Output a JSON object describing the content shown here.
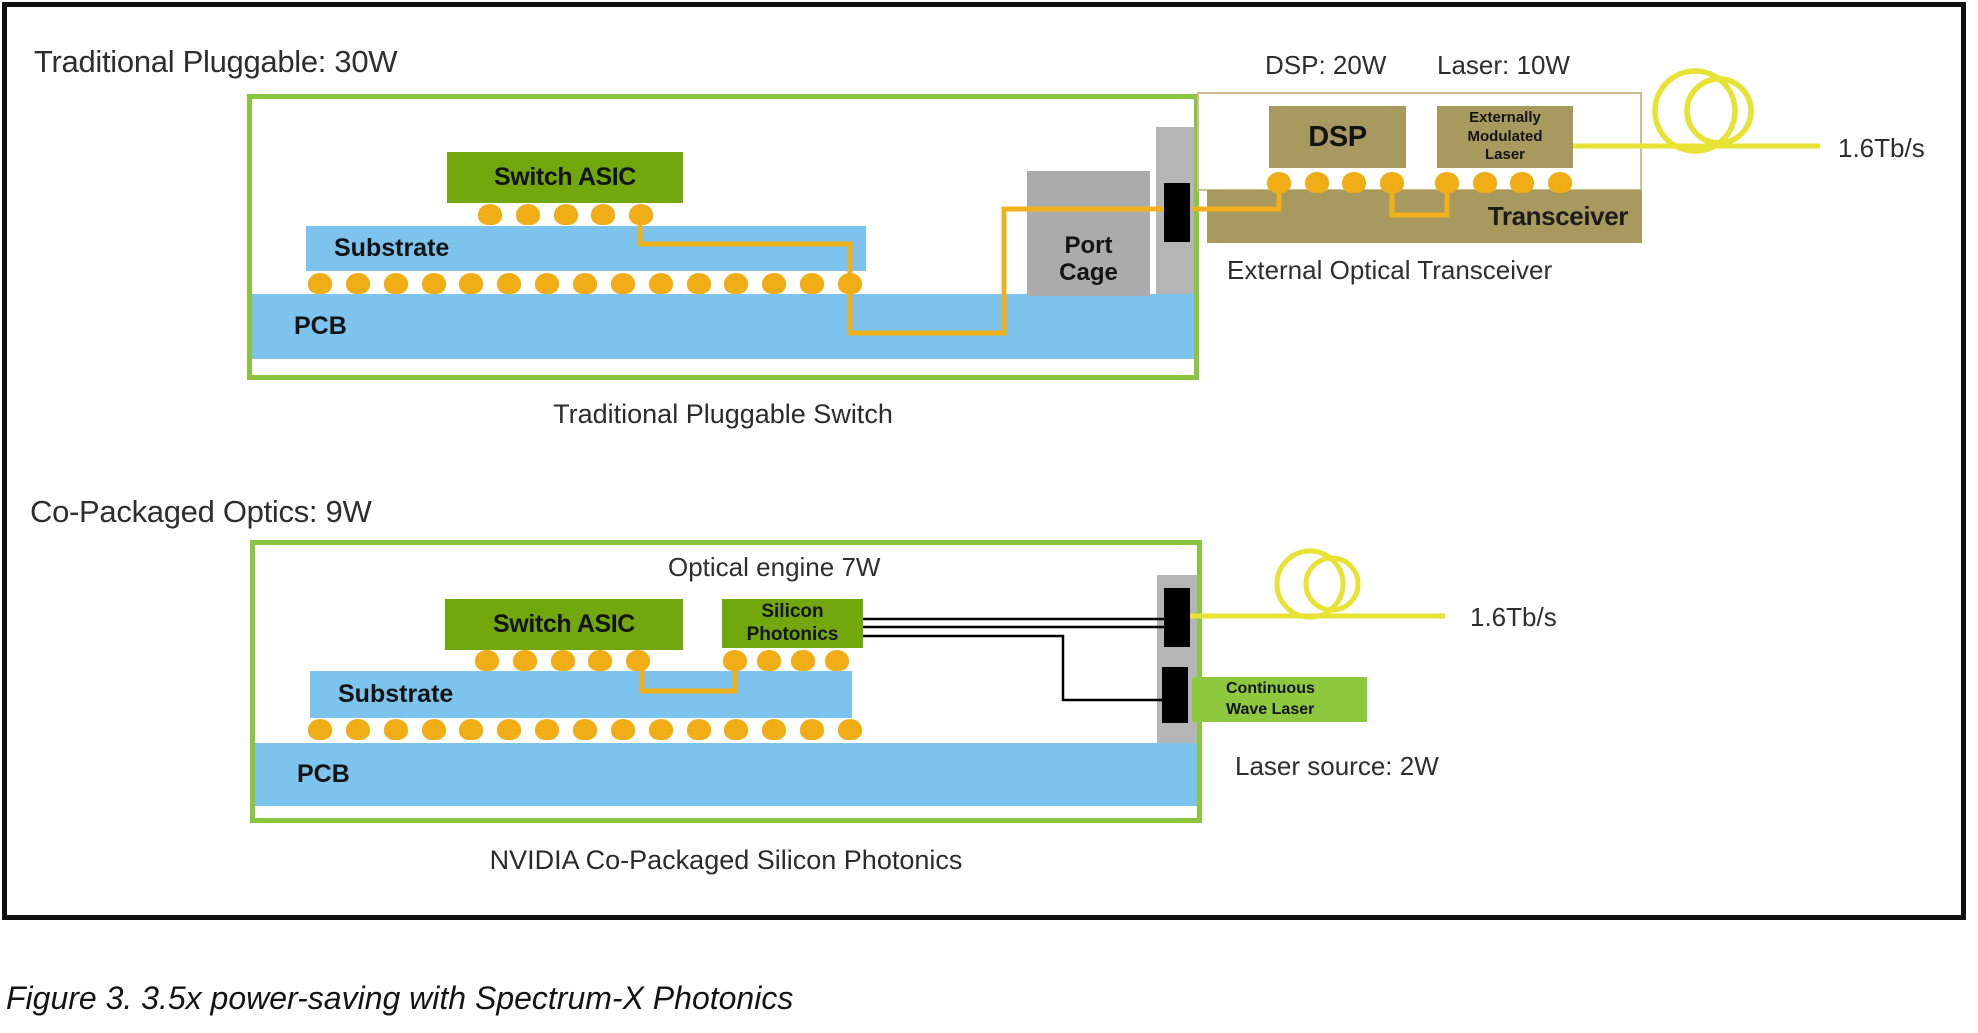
{
  "figure": {
    "caption": "Figure 3. 3.5x power-saving with Spectrum-X Photonics"
  },
  "top": {
    "title": "Traditional Pluggable: 30W",
    "caption": "Traditional Pluggable Switch",
    "switch_asic": "Switch ASIC",
    "substrate": "Substrate",
    "pcb": "PCB",
    "port_cage": "Port Cage",
    "dsp_power": "DSP: 20W",
    "laser_power": "Laser: 10W",
    "dsp": "DSP",
    "eml": "Externally Modulated Laser",
    "transceiver": "Transceiver",
    "external_label": "External Optical Transceiver",
    "throughput": "1.6Tb/s"
  },
  "bottom": {
    "title": "Co-Packaged Optics: 9W",
    "caption": "NVIDIA Co-Packaged Silicon Photonics",
    "optical_engine": "Optical engine 7W",
    "switch_asic": "Switch ASIC",
    "silicon_photonics": "Silicon Photonics",
    "substrate": "Substrate",
    "pcb": "PCB",
    "cw_laser": "Continuous Wave Laser",
    "laser_source": "Laser source: 2W",
    "throughput": "1.6Tb/s"
  },
  "colors": {
    "chip_green": "#72a80e",
    "frame_green": "#8bc53f",
    "cw_laser_green": "#8dc83f",
    "board_blue": "#7cc3ee",
    "solder_orange": "#f1ad16",
    "trace_orange": "#f1b11a",
    "module_khaki": "#a89a5f",
    "cage_gray": "#ababab",
    "fiber_yellow": "#e7e233",
    "frame_black": "#111111"
  }
}
